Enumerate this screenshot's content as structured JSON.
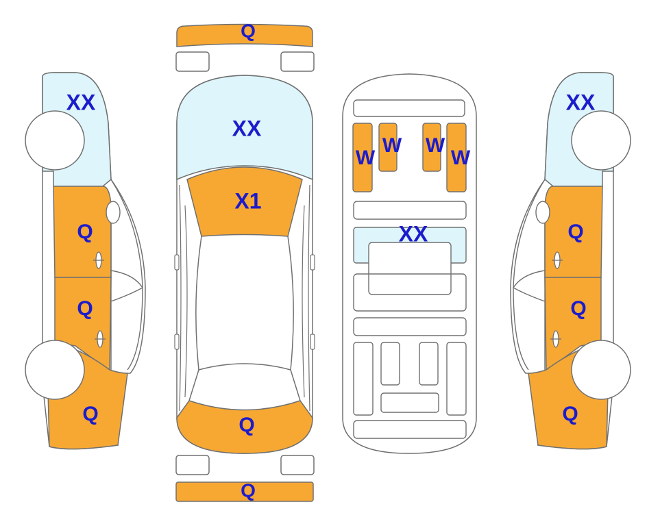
{
  "colors": {
    "orange": "#F7A833",
    "light_blue": "#DDF5FB",
    "outline": "#707070",
    "label": "#1C1CCC",
    "white": "#FFFFFF"
  },
  "legend_codes": [
    "Q",
    "XX",
    "X1",
    "W"
  ],
  "labels": {
    "front_bumper": "Q",
    "rear_bumper": "Q",
    "roof_top": "XX",
    "hood_area": "X1",
    "trunk_area": "Q",
    "left_hood": "XX",
    "left_front_door": "Q",
    "left_rear_door": "Q",
    "left_rear_panel": "Q",
    "right_hood": "XX",
    "right_front_door": "Q",
    "right_rear_door": "Q",
    "right_rear_panel": "Q",
    "floor_pan": "XX",
    "seat_1": "W",
    "seat_2": "W",
    "seat_3": "W",
    "seat_4": "W"
  }
}
